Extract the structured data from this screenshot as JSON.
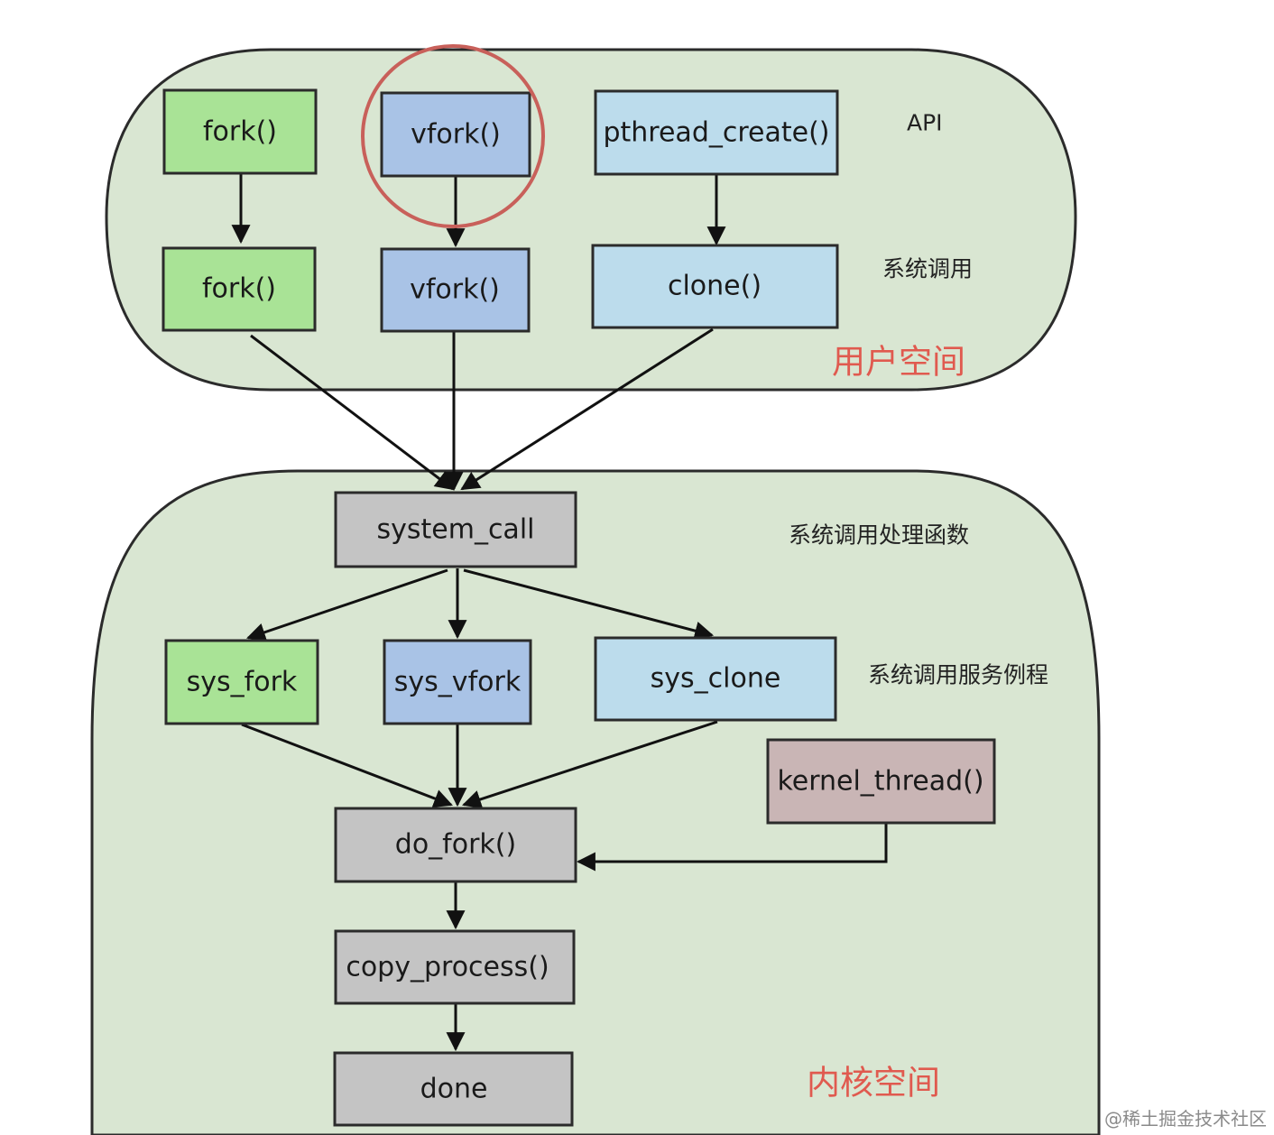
{
  "regions": {
    "user_space": "用户空间",
    "kernel_space": "内核空间"
  },
  "labels": {
    "api": "API",
    "syscall": "系统调用",
    "syscall_handler": "系统调用处理函数",
    "syscall_service": "系统调用服务例程"
  },
  "nodes": {
    "fork_api": "fork()",
    "vfork_api": "vfork()",
    "pthread_create": "pthread_create()",
    "fork_sys": "fork()",
    "vfork_sys": "vfork()",
    "clone_sys": "clone()",
    "system_call": "system_call",
    "sys_fork": "sys_fork",
    "sys_vfork": "sys_vfork",
    "sys_clone": "sys_clone",
    "kernel_thread": "kernel_thread()",
    "do_fork": "do_fork()",
    "copy_process": "copy_process()",
    "done": "done"
  },
  "watermark": "@稀土掘金技术社区",
  "colors": {
    "region_fill": "#d9e6d2",
    "green": "#a9e396",
    "blue": "#a9c3e6",
    "light_blue": "#bcdcec",
    "gray": "#c4c4c4",
    "mauve": "#c9b5b5",
    "highlight": "#c8605a",
    "region_label": "#e05a4f"
  }
}
